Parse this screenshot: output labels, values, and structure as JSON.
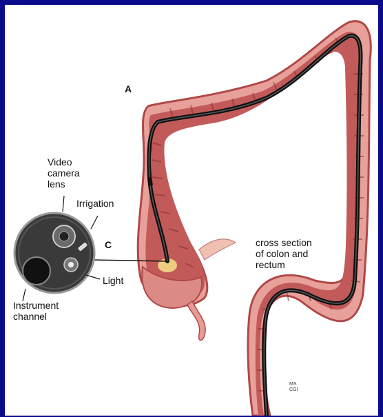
{
  "labels": {
    "a": "A",
    "c": "C",
    "video": "Video\ncamera\nlens",
    "irrigation": "Irrigation",
    "light": "Light",
    "instrument": "Instrument\nchannel",
    "cross": "cross section\nof colon and\nrectum",
    "signature": "MS\nCGI"
  },
  "colors": {
    "frame": "#0a0a8c",
    "colon_outer": "#d96f6f",
    "colon_inner": "#a83a3a",
    "colon_wall": "#f0b0a8",
    "scope": "#111111",
    "lens_face": "#3a3a3a"
  }
}
